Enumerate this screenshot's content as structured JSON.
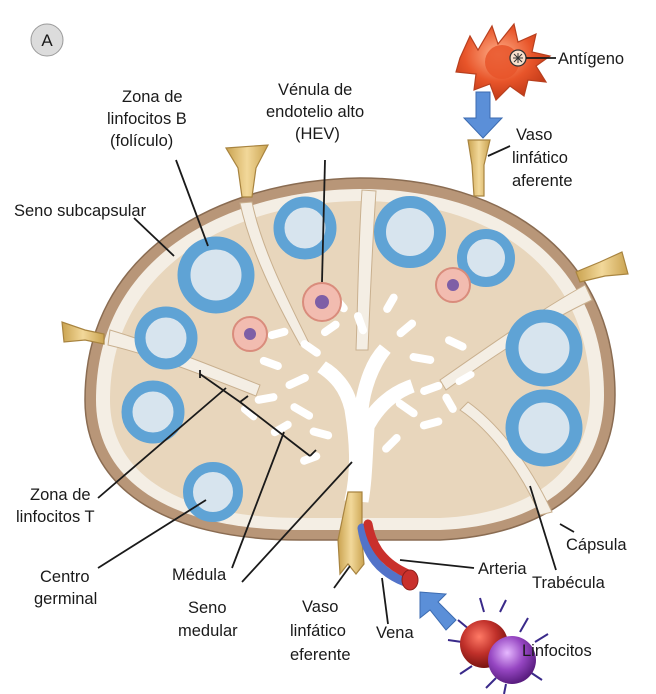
{
  "panel_letter": "A",
  "labels": {
    "zona_b": [
      "Zona de",
      "linfocitos B",
      "(folículo)"
    ],
    "venula": [
      "Vénula de",
      "endotelio alto",
      "(HEV)"
    ],
    "antigeno": "Antígeno",
    "vaso_aferente": [
      "Vaso",
      "linfático",
      "aferente"
    ],
    "seno_subcapsular": "Seno subcapsular",
    "zona_t": [
      "Zona de",
      "linfocitos T"
    ],
    "centro_germinal": [
      "Centro",
      "germinal"
    ],
    "medula": "Médula",
    "seno_medular": [
      "Seno",
      "medular"
    ],
    "vaso_eferente": [
      "Vaso",
      "linfático",
      "eferente"
    ],
    "vena": "Vena",
    "arteria": "Arteria",
    "capsula": "Cápsula",
    "trabecula": "Trabécula",
    "linfocitos": "Linfocitos"
  },
  "colors": {
    "capsule": "#b89678",
    "sinus": "#f4eee4",
    "parenchyma": "#e8d6bc",
    "follicle": "#5fa3d5",
    "germinal_center": "#d7e4ee",
    "hev": "#f2bcb0",
    "hev_core": "#7e5fa6",
    "vessel_yellow": "#e3c275",
    "artery": "#c9302c",
    "vein": "#5273c9",
    "arrow": "#5b8fd8",
    "antigen_cell": "#e8552a",
    "lymph_red": "#b32420",
    "lymph_purple": "#8a3fb6"
  }
}
